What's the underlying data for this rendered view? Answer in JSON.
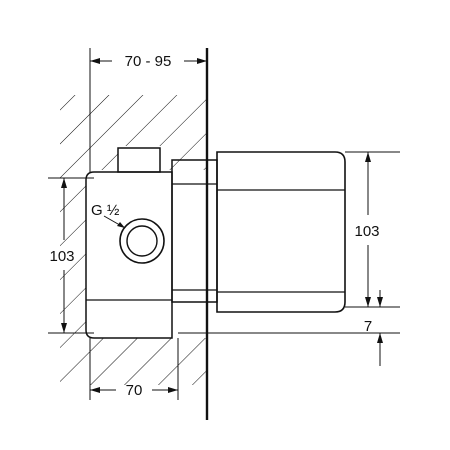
{
  "dimensions": {
    "wall_depth_range": "70 - 95",
    "body_height_left": "103",
    "body_height_right": "103",
    "offset_bottom": "7",
    "body_depth_bottom": "70"
  },
  "thread_label": "G ½",
  "colors": {
    "line": "#111111",
    "background": "#ffffff"
  }
}
